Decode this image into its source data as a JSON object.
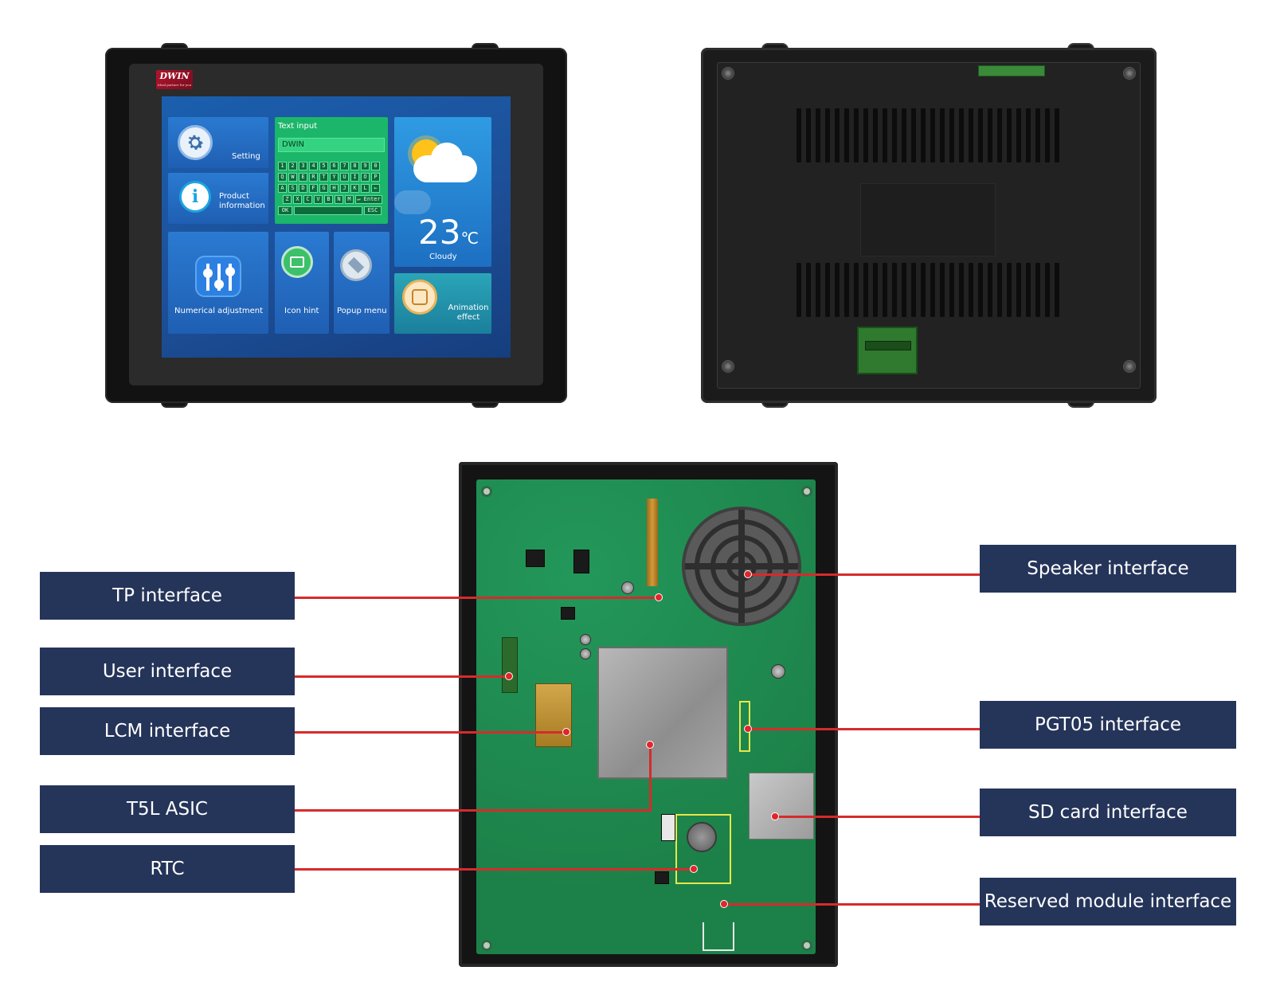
{
  "front_panel": {
    "logo": {
      "name": "DWIN",
      "tagline": "Ideal partner for you"
    },
    "tiles": {
      "setting": "Setting",
      "product_information": "Product information",
      "text_input": {
        "title": "Text input",
        "value": "DWIN",
        "rows": [
          [
            "1",
            "2",
            "3",
            "4",
            "5",
            "6",
            "7",
            "8",
            "9",
            "0"
          ],
          [
            "Q",
            "W",
            "E",
            "R",
            "T",
            "Y",
            "U",
            "I",
            "O",
            "P"
          ],
          [
            "A",
            "S",
            "D",
            "F",
            "G",
            "H",
            "J",
            "K",
            "L",
            "←"
          ],
          [
            "Z",
            "X",
            "C",
            "V",
            "B",
            "N",
            "M",
            "↵ Enter"
          ]
        ],
        "ok": "OK",
        "esc": "ESC"
      },
      "weather": {
        "temperature": "23",
        "unit": "℃",
        "condition": "Cloudy"
      },
      "numerical_adjustment": "Numerical adjustment",
      "icon_hint": "Icon hint",
      "popup_menu": "Popup menu",
      "animation_effect": "Animation effect"
    }
  },
  "callouts": {
    "tp_interface": "TP interface",
    "user_interface": "User interface",
    "lcm_interface": "LCM interface",
    "t5l_asic": "T5L ASIC",
    "rtc": "RTC",
    "speaker_interface": "Speaker interface",
    "pgt05_interface": "PGT05 interface",
    "sd_card_interface": "SD card interface",
    "reserved_module_interface": "Reserved module interface"
  },
  "colors": {
    "callout_bg": "#253459",
    "callout_text": "#ffffff",
    "leader_line": "#d62b2b",
    "pcb_green": "#1f8a4f"
  }
}
